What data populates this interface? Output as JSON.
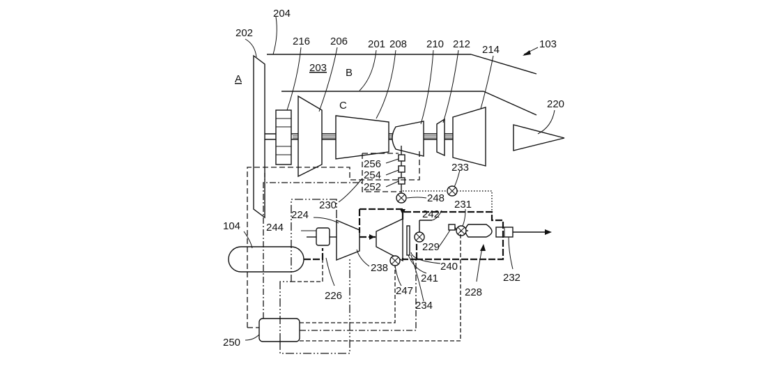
{
  "labels": {
    "l204": "204",
    "l202": "202",
    "l216": "216",
    "l206": "206",
    "l201": "201",
    "l208": "208",
    "l210": "210",
    "l212": "212",
    "l214": "214",
    "l103": "103",
    "l203": "203",
    "lA": "A",
    "lB": "B",
    "lC": "C",
    "l220": "220",
    "l256": "256",
    "l254": "254",
    "l252": "252",
    "l233": "233",
    "l248": "248",
    "l230": "230",
    "l224": "224",
    "l242": "242",
    "l231": "231",
    "l104": "104",
    "l244": "244",
    "l229": "229",
    "l240": "240",
    "l238": "238",
    "l241": "241",
    "l247": "247",
    "l226": "226",
    "l234": "234",
    "l228": "228",
    "l232": "232",
    "l250": "250"
  }
}
